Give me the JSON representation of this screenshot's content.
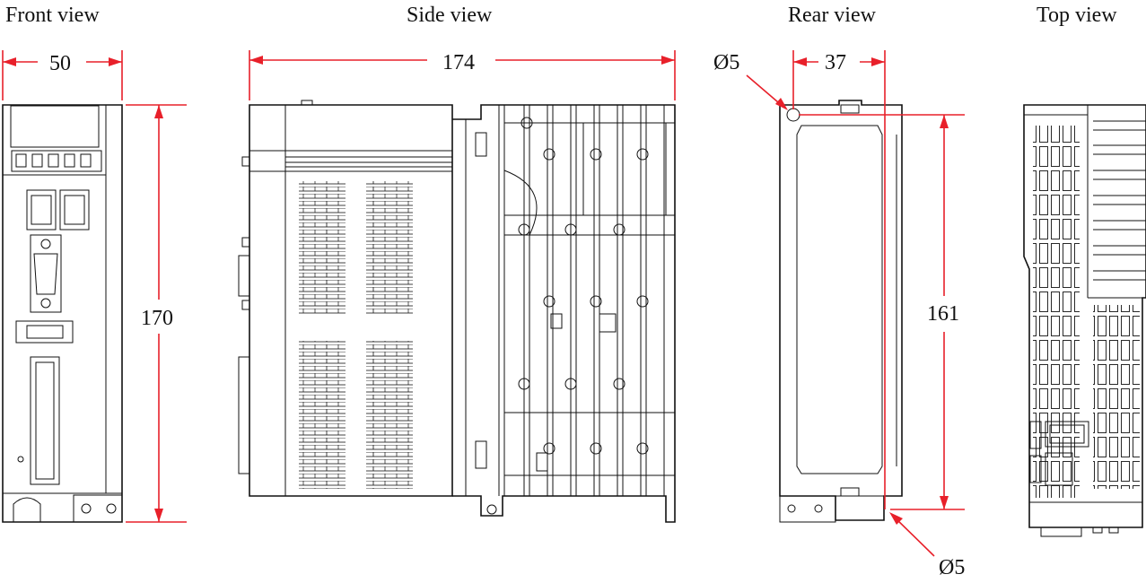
{
  "views": {
    "front": "Front view",
    "side": "Side view",
    "rear": "Rear view",
    "top": "Top view"
  },
  "dimensions": {
    "front_width": "50",
    "front_height": "170",
    "side_depth": "174",
    "rear_spacing": "37",
    "rear_height": "161",
    "hole_top": "Ø5",
    "hole_bottom": "Ø5"
  },
  "colors": {
    "dimension_line": "#e8202a",
    "outline": "#111111"
  }
}
